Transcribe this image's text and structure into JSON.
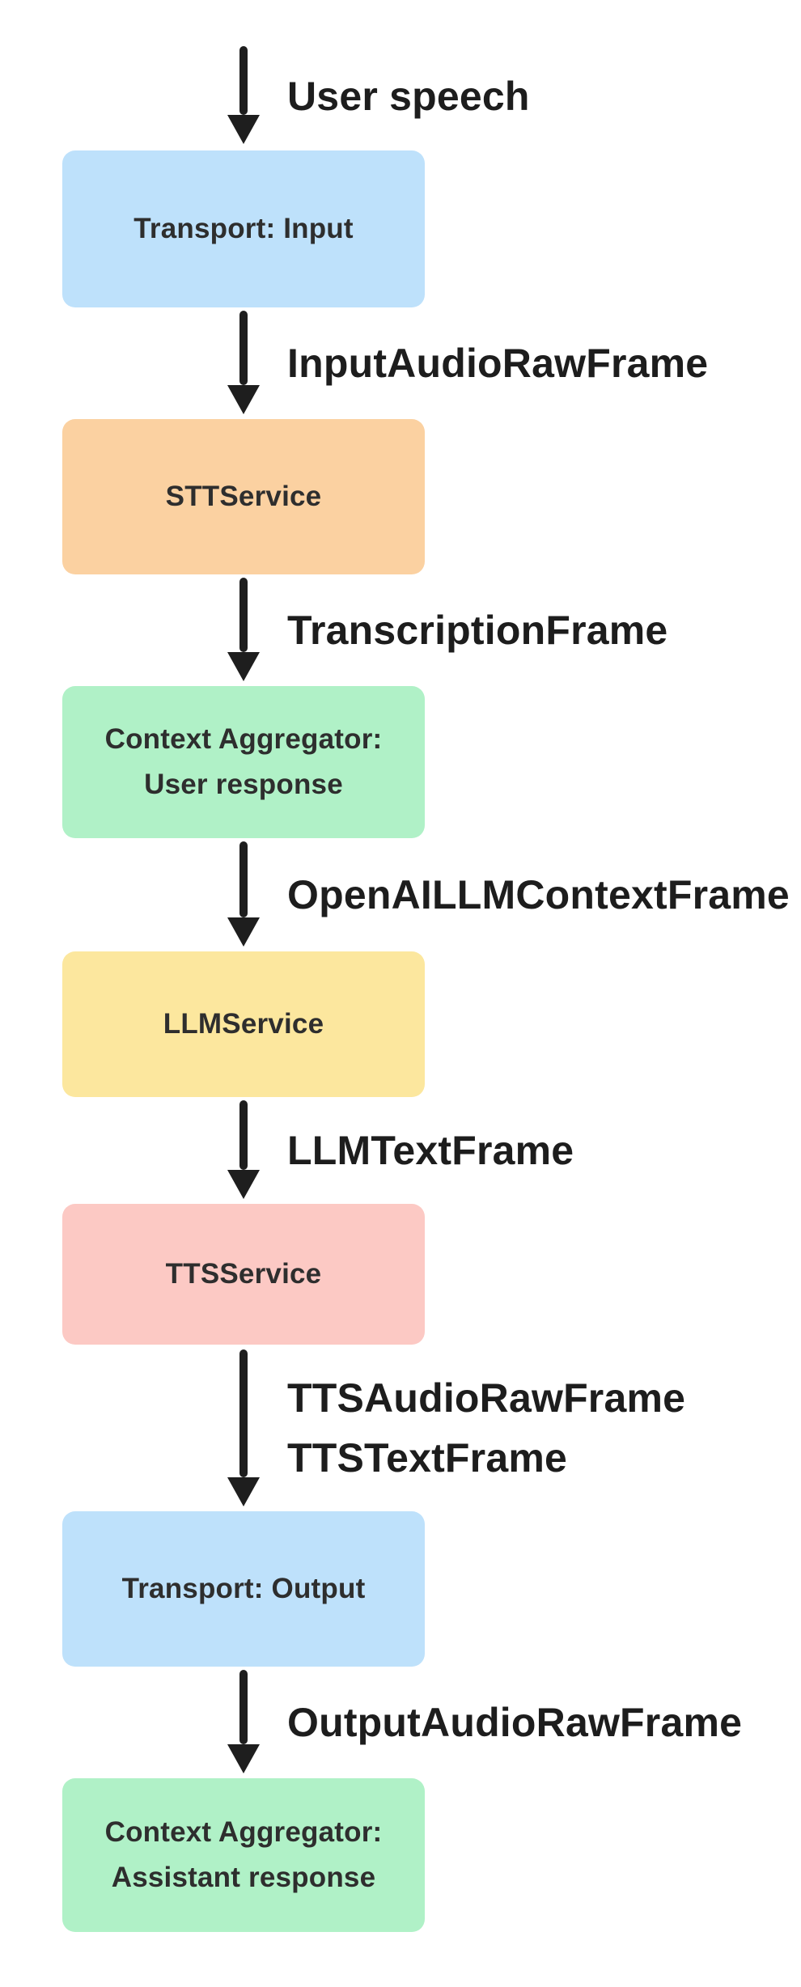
{
  "colors": {
    "arrow": "#1e1e1e",
    "edge_label_text": "#1d1d1d",
    "node_text": "#2e2e2e",
    "background": "#ffffff",
    "blue": "#bee1fb",
    "orange": "#fbd1a1",
    "green": "#b0f1c7",
    "yellow": "#fce79e",
    "pink": "#fcc9c4"
  },
  "flow": {
    "nodes": [
      {
        "lines": [
          "Transport: Input"
        ],
        "color": "#bee1fb"
      },
      {
        "lines": [
          "STTService"
        ],
        "color": "#fbd1a1"
      },
      {
        "lines": [
          "Context Aggregator:",
          "User response"
        ],
        "color": "#b0f1c7"
      },
      {
        "lines": [
          "LLMService"
        ],
        "color": "#fce79e"
      },
      {
        "lines": [
          "TTSService"
        ],
        "color": "#fcc9c4"
      },
      {
        "lines": [
          "Transport: Output"
        ],
        "color": "#bee1fb"
      },
      {
        "lines": [
          "Context Aggregator:",
          "Assistant response"
        ],
        "color": "#b0f1c7"
      }
    ],
    "edges": [
      {
        "labels": [
          "User speech"
        ]
      },
      {
        "labels": [
          "InputAudioRawFrame"
        ]
      },
      {
        "labels": [
          "TranscriptionFrame"
        ]
      },
      {
        "labels": [
          "OpenAILLMContextFrame"
        ]
      },
      {
        "labels": [
          "LLMTextFrame"
        ]
      },
      {
        "labels": [
          "TTSAudioRawFrame",
          "TTSTextFrame"
        ]
      },
      {
        "labels": [
          "OutputAudioRawFrame"
        ]
      }
    ]
  }
}
